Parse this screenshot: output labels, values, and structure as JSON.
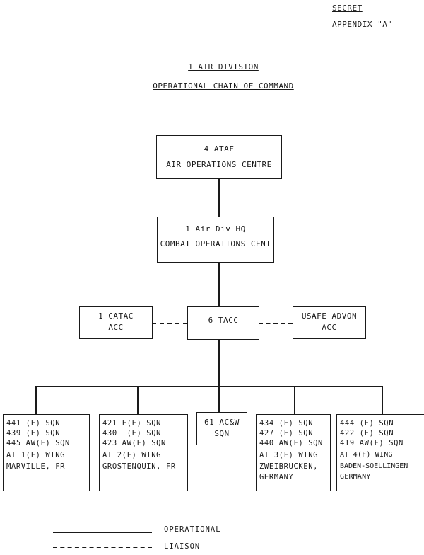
{
  "header": {
    "classification": "SECRET",
    "appendix": "APPENDIX \"A\""
  },
  "title": {
    "line1": "1 AIR DIVISION",
    "line2": "OPERATIONAL CHAIN OF COMMAND"
  },
  "nodes": {
    "ataf": {
      "line1": "4 ATAF",
      "line2": "AIR OPERATIONS CENTRE"
    },
    "airdiv": {
      "line1": "1 Air Div HQ",
      "line2": "COMBAT OPERATIONS CENT"
    },
    "catac": {
      "line1": "1 CATAC",
      "line2": "ACC"
    },
    "tacc": {
      "line1": "6 TACC"
    },
    "usafe": {
      "line1": "USAFE ADVON",
      "line2": "ACC"
    },
    "wing1": {
      "lines": [
        "441 (F) SQN",
        "439 (F) SQN",
        "445 AW(F) SQN",
        "AT 1(F) WING",
        "MARVILLE, FR"
      ]
    },
    "wing2": {
      "lines": [
        "421 F(F) SQN",
        "430  (F) SQN",
        "423 AW(F) SQN",
        "AT 2(F) WING",
        "GROSTENQUIN, FR"
      ]
    },
    "acw": {
      "lines": [
        "61 AC&W",
        "SQN"
      ]
    },
    "wing3": {
      "lines": [
        "434 (F) SQN",
        "427 (F) SQN",
        "440 AW(F) SQN",
        "AT 3(F) WING",
        "ZWEIBRUCKEN,",
        "GERMANY"
      ]
    },
    "wing4": {
      "lines": [
        "444 (F) SQN",
        "422 (F) SQN",
        "419 AW(F) SQN",
        "AT 4(F) WING",
        "BADEN-SOELLINGEN",
        "GERMANY"
      ]
    }
  },
  "legend": {
    "operational": "OPERATIONAL",
    "liaison": "LIAISON"
  }
}
